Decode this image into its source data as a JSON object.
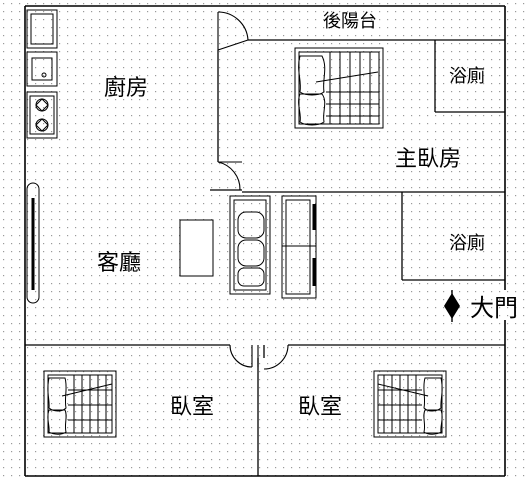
{
  "labels": {
    "back_balcony": "後陽台",
    "kitchen": "廚房",
    "bathroom_master": "浴廁",
    "master_bedroom": "主臥房",
    "bathroom_2": "浴廁",
    "living_room": "客廳",
    "main_door": "大門",
    "bedroom_left": "臥室",
    "bedroom_right": "臥室"
  },
  "colors": {
    "wall": "#000000",
    "furniture_line": "#000000",
    "dot_grid": "#9a9a9a",
    "background": "#ffffff"
  },
  "icons": {
    "sink": "kitchen-sink-icon",
    "stove": "stove-icon",
    "bed": "bed-icon",
    "sofa": "sofa-icon",
    "coffee_table": "coffee-table-icon",
    "door_marker": "entrance-diamond-icon"
  }
}
